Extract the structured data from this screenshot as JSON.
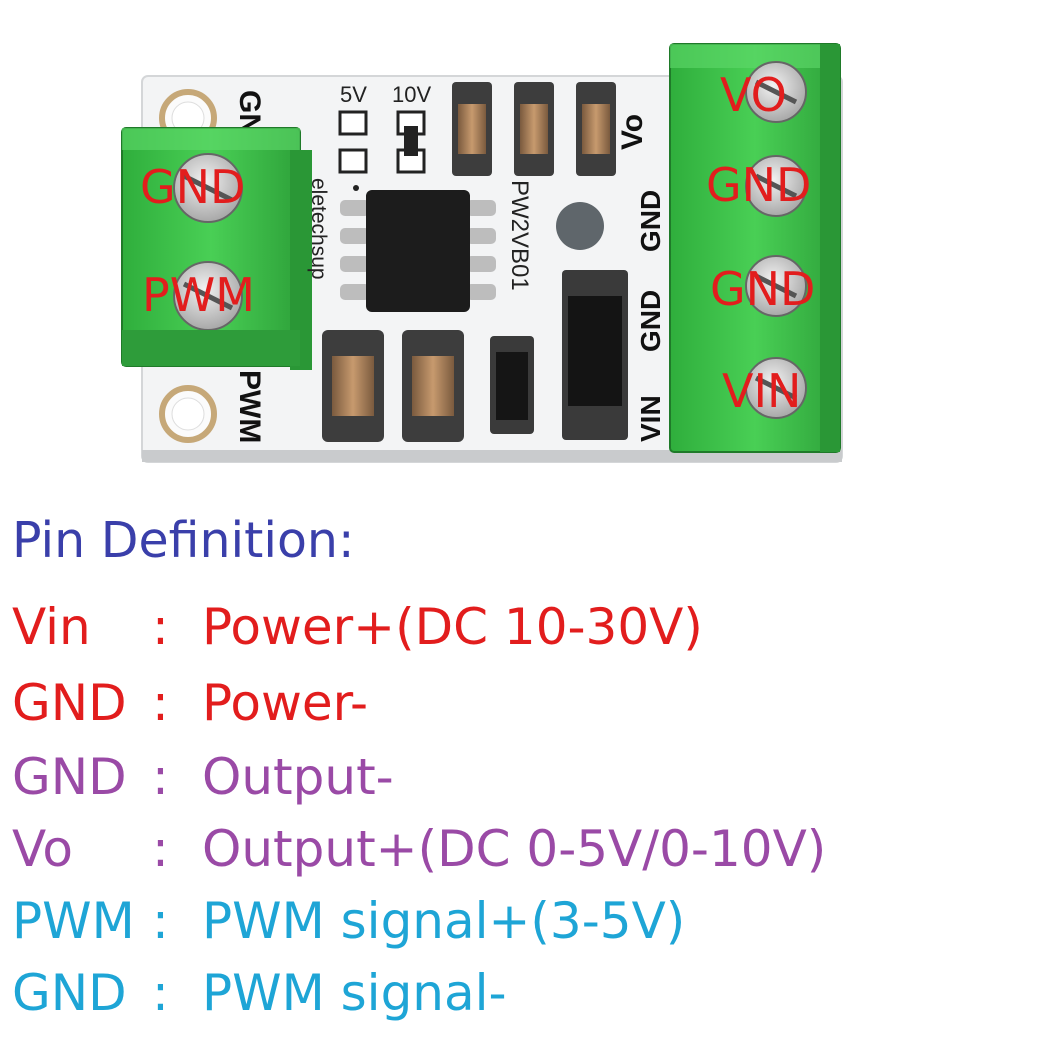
{
  "board": {
    "silkscreen": {
      "jumper_5v": "5V",
      "jumper_10v": "10V",
      "brand": "eletechsup",
      "model": "PW2VB01",
      "left_gnd": "GND",
      "left_pwm": "PWM",
      "right_vo": "Vo",
      "right_gnd_1": "GND",
      "right_gnd_2": "GND",
      "right_vin": "VIN"
    },
    "overlay_labels": {
      "left_top": "GND",
      "left_bottom": "PWM",
      "right_1": "VO",
      "right_2": "GND",
      "right_3": "GND",
      "right_4": "VIN"
    }
  },
  "heading": "Pin Definition:",
  "pins": [
    {
      "name": "Vin",
      "sep": ":",
      "desc": "Power+(DC 10-30V)",
      "color": "#e21d1d"
    },
    {
      "name": "GND",
      "sep": ":",
      "desc": "Power-",
      "color": "#e21d1d"
    },
    {
      "name": "GND",
      "sep": ":",
      "desc": "Output-",
      "color": "#9a4aa6"
    },
    {
      "name": "Vo",
      "sep": ":",
      "desc": "Output+(DC 0-5V/0-10V)",
      "color": "#9a4aa6"
    },
    {
      "name": "PWM",
      "sep": ":",
      "desc": "PWM signal+(3-5V)",
      "color": "#1ea5d6"
    },
    {
      "name": "GND",
      "sep": ":",
      "desc": "PWM signal-",
      "color": "#1ea5d6"
    }
  ],
  "colors": {
    "pcb": "#f4f5f6",
    "terminal_green": "#3ec44a",
    "heading": "#3a3faa"
  }
}
